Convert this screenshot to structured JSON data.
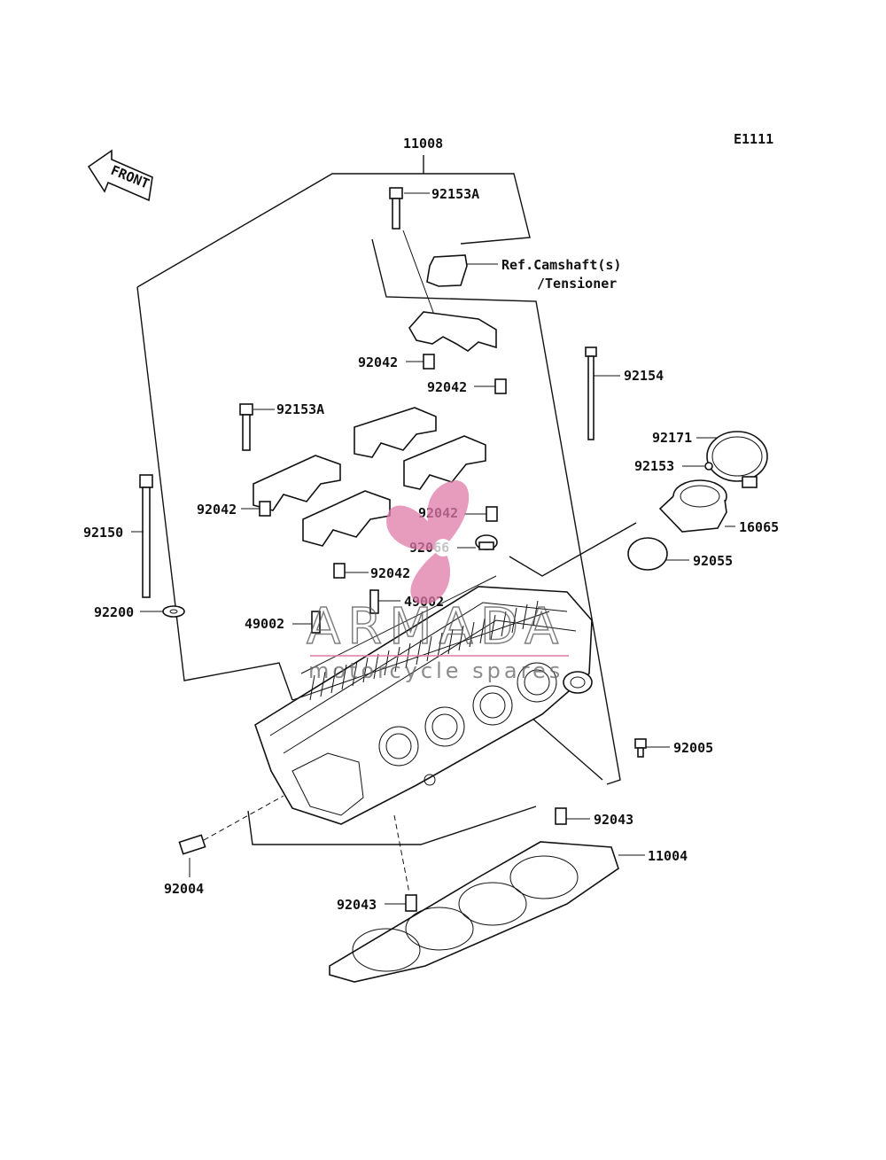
{
  "diagram": {
    "code": "E1111",
    "front_label": "FRONT",
    "ref_line1": "Ref.Camshaft(s)",
    "ref_line2": "/Tensioner",
    "labels": {
      "p11008": "11008",
      "p92153a_top": "92153A",
      "p92042_a": "92042",
      "p92042_b": "92042",
      "p92154": "92154",
      "p92153a_left": "92153A",
      "p92171": "92171",
      "p92153": "92153",
      "p92150": "92150",
      "p92042_c": "92042",
      "p92042_d": "92042",
      "p92066": "92066",
      "p16065": "16065",
      "p92042_e": "92042",
      "p92055": "92055",
      "p92200": "92200",
      "p49002_right": "49002",
      "p49002_left": "49002",
      "p92005": "92005",
      "p92043_right": "92043",
      "p11004": "11004",
      "p92004": "92004",
      "p92043_bottom": "92043"
    }
  },
  "watermark": {
    "brand": "ARMADA",
    "sub": "motorcycle spares",
    "color": "#e07aa8"
  }
}
